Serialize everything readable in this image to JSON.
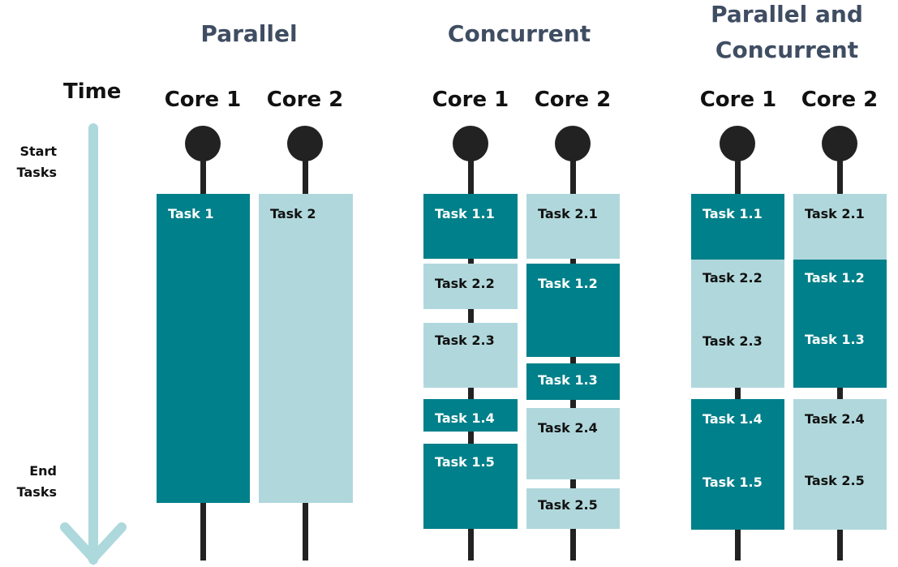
{
  "time_axis": {
    "label": "Time",
    "start_label": "Start Tasks",
    "end_label": "End Tasks"
  },
  "sections": [
    {
      "title": "Parallel",
      "cores": [
        "Core 1",
        "Core 2"
      ]
    },
    {
      "title": "Concurrent",
      "cores": [
        "Core 1",
        "Core 2"
      ]
    },
    {
      "title": "Parallel and Concurrent",
      "cores": [
        "Core 1",
        "Core 2"
      ]
    }
  ],
  "parallel": {
    "core1": [
      "Task 1"
    ],
    "core2": [
      "Task 2"
    ]
  },
  "concurrent": {
    "core1": [
      "Task 1.1",
      "Task 2.2",
      "Task 2.3",
      "Task 1.4",
      "Task 1.5"
    ],
    "core2": [
      "Task 2.1",
      "Task 1.2",
      "Task 1.3",
      "Task 2.4",
      "Task 2.5"
    ]
  },
  "parallel_concurrent": {
    "core1": [
      "Task 1.1",
      "Task 2.2",
      "Task 2.3",
      "Task 1.4",
      "Task 1.5"
    ],
    "core2": [
      "Task 2.1",
      "Task 1.2",
      "Task 1.3",
      "Task 2.4",
      "Task 2.5"
    ]
  },
  "colors": {
    "task_1": "#00808a",
    "task_2": "#b0d8dc",
    "stem": "#222222",
    "time_arrow": "#add8dc",
    "title": "#3f4d62"
  }
}
